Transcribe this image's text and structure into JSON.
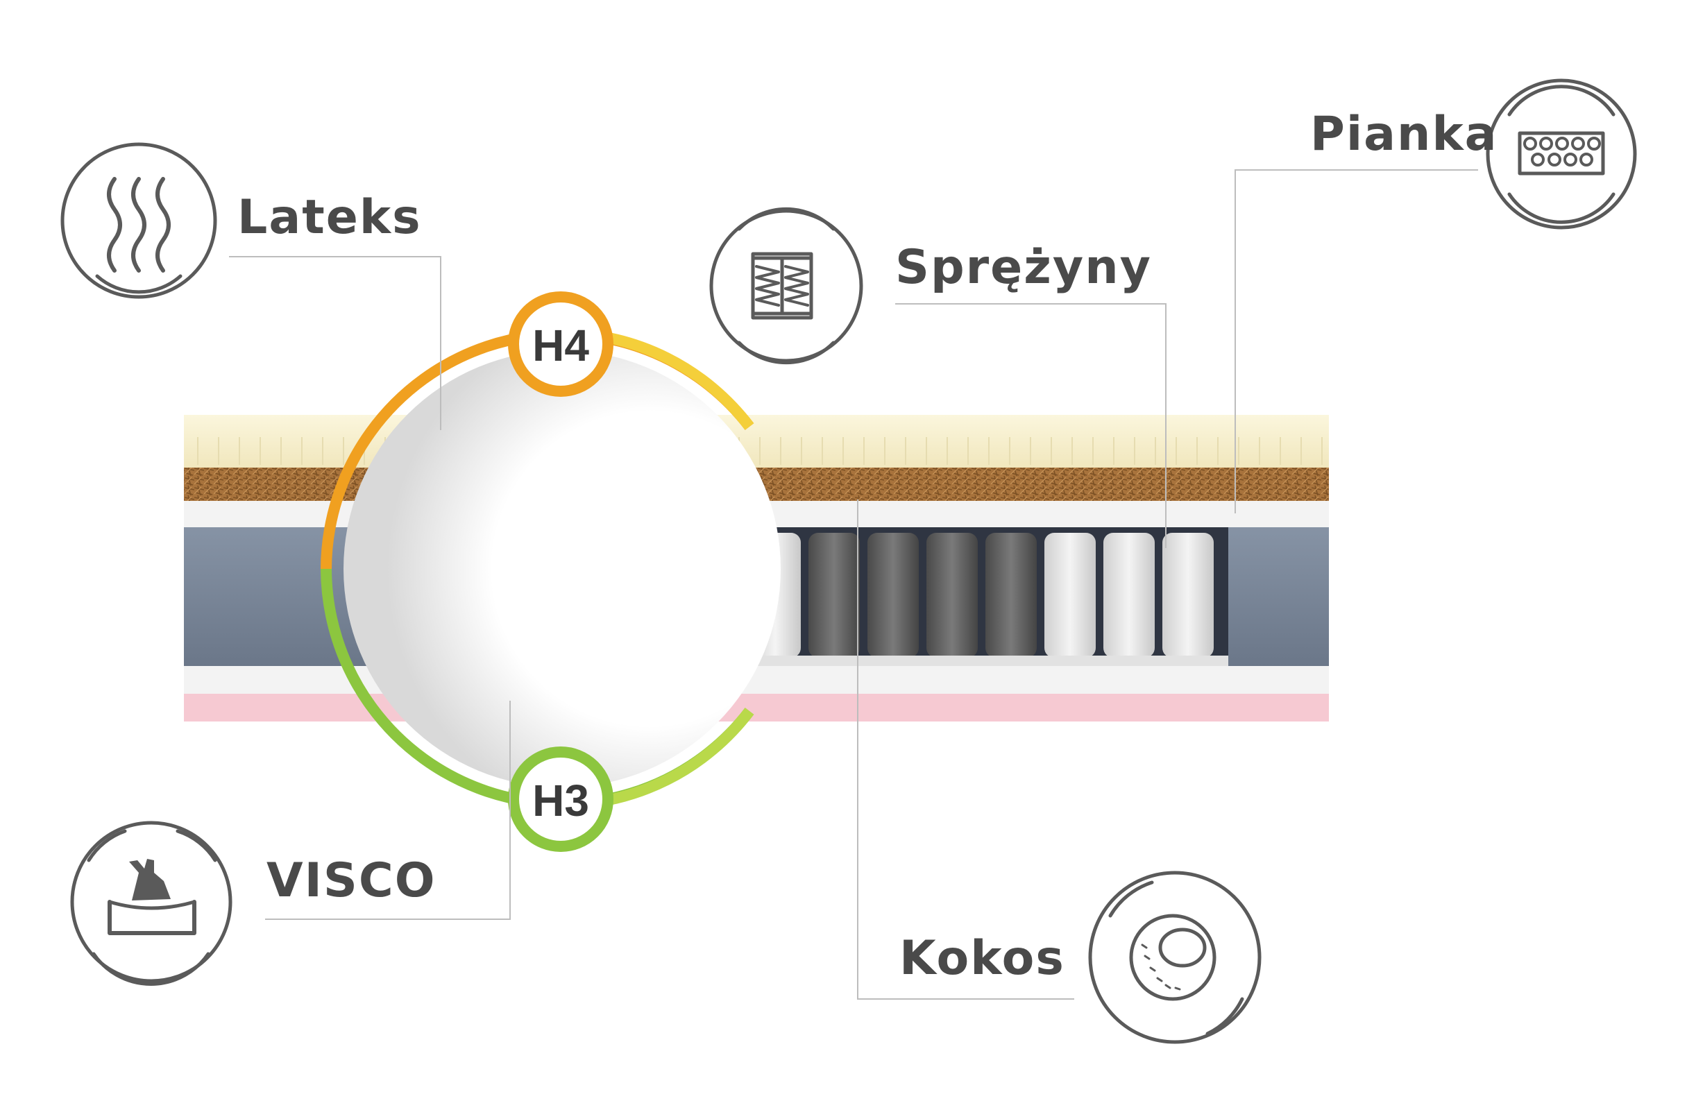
{
  "labels": {
    "lateks": "Lateks",
    "sprezyny": "Sprężyny",
    "pianka": "Pianka",
    "visco": "VISCO",
    "kokos": "Kokos"
  },
  "hardness": {
    "top": "H4",
    "bottom": "H3"
  },
  "icons": {
    "lateks": "wave-lines-icon",
    "sprezyny": "pocket-springs-icon",
    "pianka": "foam-bubbles-icon",
    "visco": "hand-pressing-foam-icon",
    "kokos": "coconut-icon"
  },
  "colors": {
    "h4_ring": "#f0a020",
    "h3_ring": "#8cc63f",
    "text": "#4a4a4a",
    "icon": "#5a5a5a",
    "latex_layer": "#f7f0cf",
    "coconut_layer": "#a3703a",
    "foam_layer": "#7a8798",
    "base_layer": "#f6c9d2"
  }
}
